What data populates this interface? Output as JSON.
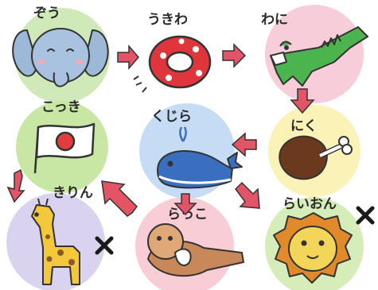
{
  "nodes": [
    {
      "id": "zou",
      "label": "ぞう",
      "icon": "elephant-icon",
      "circle_color": "#cfe9b8"
    },
    {
      "id": "ukiwa",
      "label": "うきわ",
      "icon": "swim-ring-icon",
      "circle_color": "#ffffff"
    },
    {
      "id": "wani",
      "label": "わに",
      "icon": "crocodile-icon",
      "circle_color": "#f6cdd8"
    },
    {
      "id": "kokki",
      "label": "こっき",
      "icon": "flag-icon",
      "circle_color": "#c8e7a4"
    },
    {
      "id": "kujira",
      "label": "くじら",
      "icon": "whale-icon",
      "circle_color": "#c6dcf4"
    },
    {
      "id": "niku",
      "label": "にく",
      "icon": "meat-icon",
      "circle_color": "#fbf2b8"
    },
    {
      "id": "kirin",
      "label": "きりん",
      "icon": "giraffe-icon",
      "circle_color": "#d9d3ef"
    },
    {
      "id": "rakko",
      "label": "らっこ",
      "icon": "sea-otter-icon",
      "circle_color": "#f8cdd6"
    },
    {
      "id": "raion",
      "label": "らいおん",
      "icon": "lion-icon",
      "circle_color": "#d7edb9"
    }
  ],
  "colors": {
    "arrow": "#e35466",
    "cross": "#1a1a1a"
  },
  "dead_ends": [
    "kirin",
    "raion"
  ]
}
